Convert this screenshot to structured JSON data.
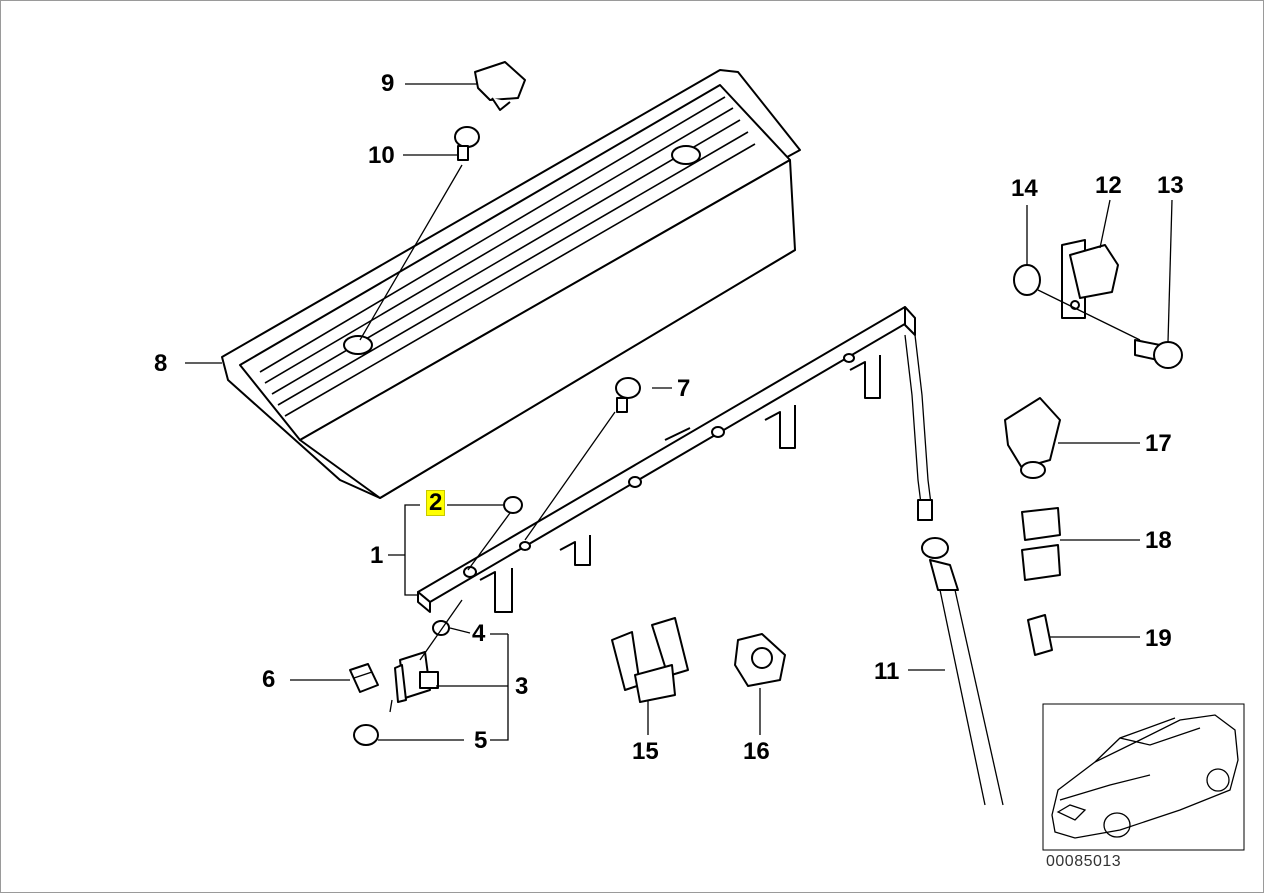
{
  "labels": {
    "l1": "1",
    "l2": "2",
    "l3": "3",
    "l4": "4",
    "l5": "5",
    "l6": "6",
    "l7": "7",
    "l8": "8",
    "l9": "9",
    "l10": "10",
    "l11": "11",
    "l12": "12",
    "l13": "13",
    "l14": "14",
    "l15": "15",
    "l16": "16",
    "l17": "17",
    "l18": "18",
    "l19": "19"
  },
  "highlighted_label": "2",
  "highlight_color": "#ffff00",
  "document_number": "00085013"
}
